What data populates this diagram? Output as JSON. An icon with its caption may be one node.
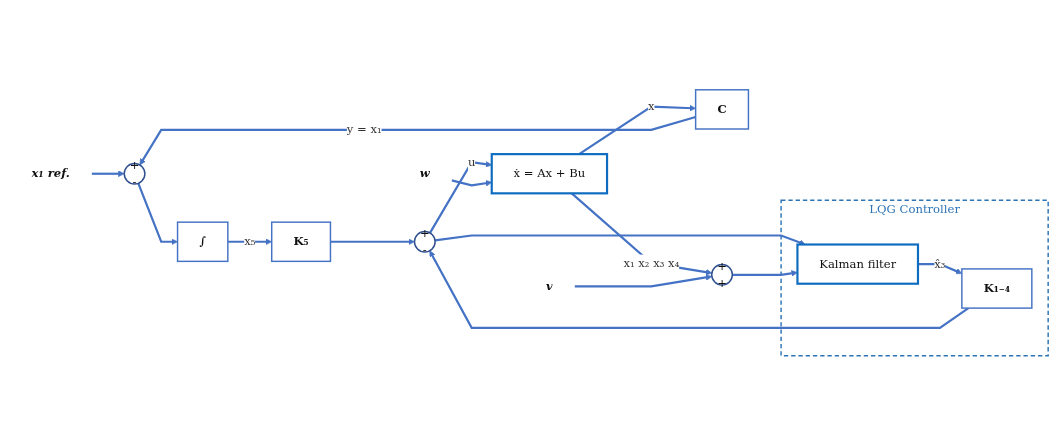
{
  "diagram": {
    "nodes": [
      {
        "text": [
          "x₁ ref."
        ]
      },
      {
        "text": [
          "+",
          "-"
        ]
      },
      {
        "text": [
          "∫"
        ]
      },
      {
        "text": [
          "K₅"
        ]
      },
      {
        "text": [
          "+",
          "-"
        ]
      },
      {
        "text": [
          "ẋ = Ax + Bu"
        ]
      },
      {
        "text": [
          "w"
        ]
      },
      {
        "text": [
          "C"
        ]
      },
      {
        "text": [
          "LQG Controller"
        ]
      },
      {
        "text": [
          "Kalman filter"
        ],
        "in": 8
      },
      {
        "text": [
          "K₁₋₄"
        ],
        "in": 8
      },
      {
        "text": [
          "+",
          "+"
        ]
      },
      {
        "text": [
          "v"
        ]
      }
    ],
    "edges": [
      {
        "from": 0,
        "to": 1,
        "arrow": "to"
      },
      {
        "from": 1,
        "to": 2,
        "arrow": "to"
      },
      {
        "from": 2,
        "to": 3,
        "arrow": "to",
        "label": "x₅"
      },
      {
        "from": 3,
        "to": 4,
        "arrow": "to"
      },
      {
        "from": 4,
        "to": 5,
        "arrow": "to",
        "label": "u"
      },
      {
        "from": 6,
        "to": 5,
        "arrow": "to"
      },
      {
        "from": 5,
        "to": 7,
        "arrow": "to",
        "label": "x"
      },
      {
        "from": 7,
        "to": 1,
        "arrow": "to",
        "label": "y = x₁"
      },
      {
        "from": 5,
        "to": 11,
        "arrow": "to",
        "label": "x₁ x₂ x₃ x₄"
      },
      {
        "from": 4,
        "to": 9,
        "arrow": "to"
      },
      {
        "from": 12,
        "to": 11,
        "arrow": "to"
      },
      {
        "from": 11,
        "to": 9,
        "arrow": "to"
      },
      {
        "from": 9,
        "to": 10,
        "arrow": "to",
        "label": "x̂₃"
      },
      {
        "from": 10,
        "to": 4,
        "arrow": "to"
      }
    ]
  }
}
